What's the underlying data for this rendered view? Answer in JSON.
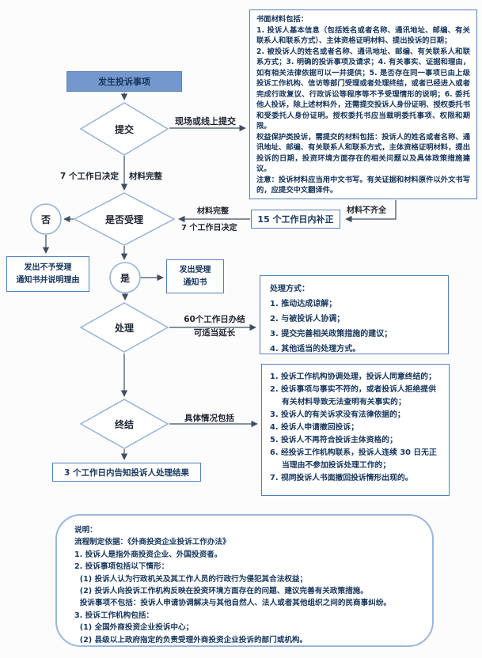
{
  "colors": {
    "box_border": "#4f81bd",
    "shape_border": "#95b3d7",
    "start_fill": "#7498cb",
    "text_dark": "#17375e",
    "connector": "#3f4e5f",
    "note_border": "#9ab7d9"
  },
  "nodes": {
    "start": "发生投诉事项",
    "submit": "提交",
    "review": "是否受理",
    "no": "否",
    "yes": "是",
    "handle": "处理",
    "end": "终结"
  },
  "edge_labels": {
    "onsite": "现场或线上提交",
    "decide_left": "7 个工作日决定",
    "complete_right": "材料完整",
    "complete_top": "材料完整",
    "decide_bottom": "7 个工作日决定",
    "incomplete": "材料不齐全",
    "days60": "60个工作日办结",
    "extend": "可适当延长",
    "situations": "具体情况包括"
  },
  "boxes": {
    "materials": "书面材料包括：\n1. 投诉人基本信息（包括姓名或者名称、通讯地址、邮编、有关联系人和联系方式）、主体资格证明材料、提出投诉的日期；\n2. 被投诉人的姓名或者名称、通讯地址、邮编、有关联系人和联系方式；3. 明确的投诉事项及请求；4. 有关事实、证据和理由，如有相关法律依据可以一并提供；5. 是否存在同一事项已由上级投诉工作机构、信访等部门受理或者处理终结，或者已经进入或者完成行政复议、行政诉讼等程序等不予受理情形的说明；6. 委托他人投诉，除上述材料外，还需提交投诉人身份证明、授权委托书和受委托人身份证明。授权委托书应当载明委托事项、权限和期限。\n权益保护类投诉，需提交的材料包括：投诉人的姓名或者名称、通讯地址、邮编、有关联系人和联系方式，主体资格证明材料，提出投诉的日期，投资环境方面存在的相关问题以及具体政策措施建议。\n注意：投诉材料应当用中文书写。有关证据和材料原件以外文书写的，应提交中文翻译件。",
    "supplement": "15 个工作日内补正",
    "reject": "发出不予受理\n通知书并说明理由",
    "accept_notice": "发出受理\n通知书",
    "handle_methods": {
      "title": "处理方式：",
      "items": [
        "1. 推动达成谅解；",
        "2. 与被投诉人协调；",
        "3. 提交完善相关政策措施的建议；",
        "4. 其他适当的处理方式。"
      ]
    },
    "end_conditions": {
      "items": [
        "1. 投诉工作机构协调处理，投诉人同意终结的；",
        "2. 投诉事项与事实不符的，或者投诉人拒绝提供有关材料导致无法查明有关事实的；",
        "3. 投诉人的有关诉求没有法律依据的；",
        "4. 投诉人申请撤回投诉；",
        "5. 投诉人不再符合投诉主体资格的；",
        "6. 经投诉工作机构联系，投诉人连续 30 日无正当理由不参加投诉处理工作的；",
        "7. 视同投诉人书面撤回投诉情形出现的。"
      ]
    },
    "result": "3 个工作日内告知投诉人处理结果",
    "note": "说明：\n流程制定依据：《外商投资企业投诉工作办法》\n1. 投诉人是指外商投资企业、外国投资者。\n2. 投诉事项包括以下情形：\n  (1) 投诉人认为行政机关及其工作人员的行政行为侵犯其合法权益；\n  (2) 投诉人向投诉工作机构反映在投资环境方面存在的问题、建议完善有关政策措施。\n  投诉事项不包括：投诉人申请协调解决与其他自然人、法人或者其他组织之间的民商事纠纷。\n3. 投诉工作机构包括：\n  (1) 全国外商投资企业投诉中心；\n  (2) 县级以上政府指定的负责受理外商投资企业投诉的部门或机构。"
  }
}
